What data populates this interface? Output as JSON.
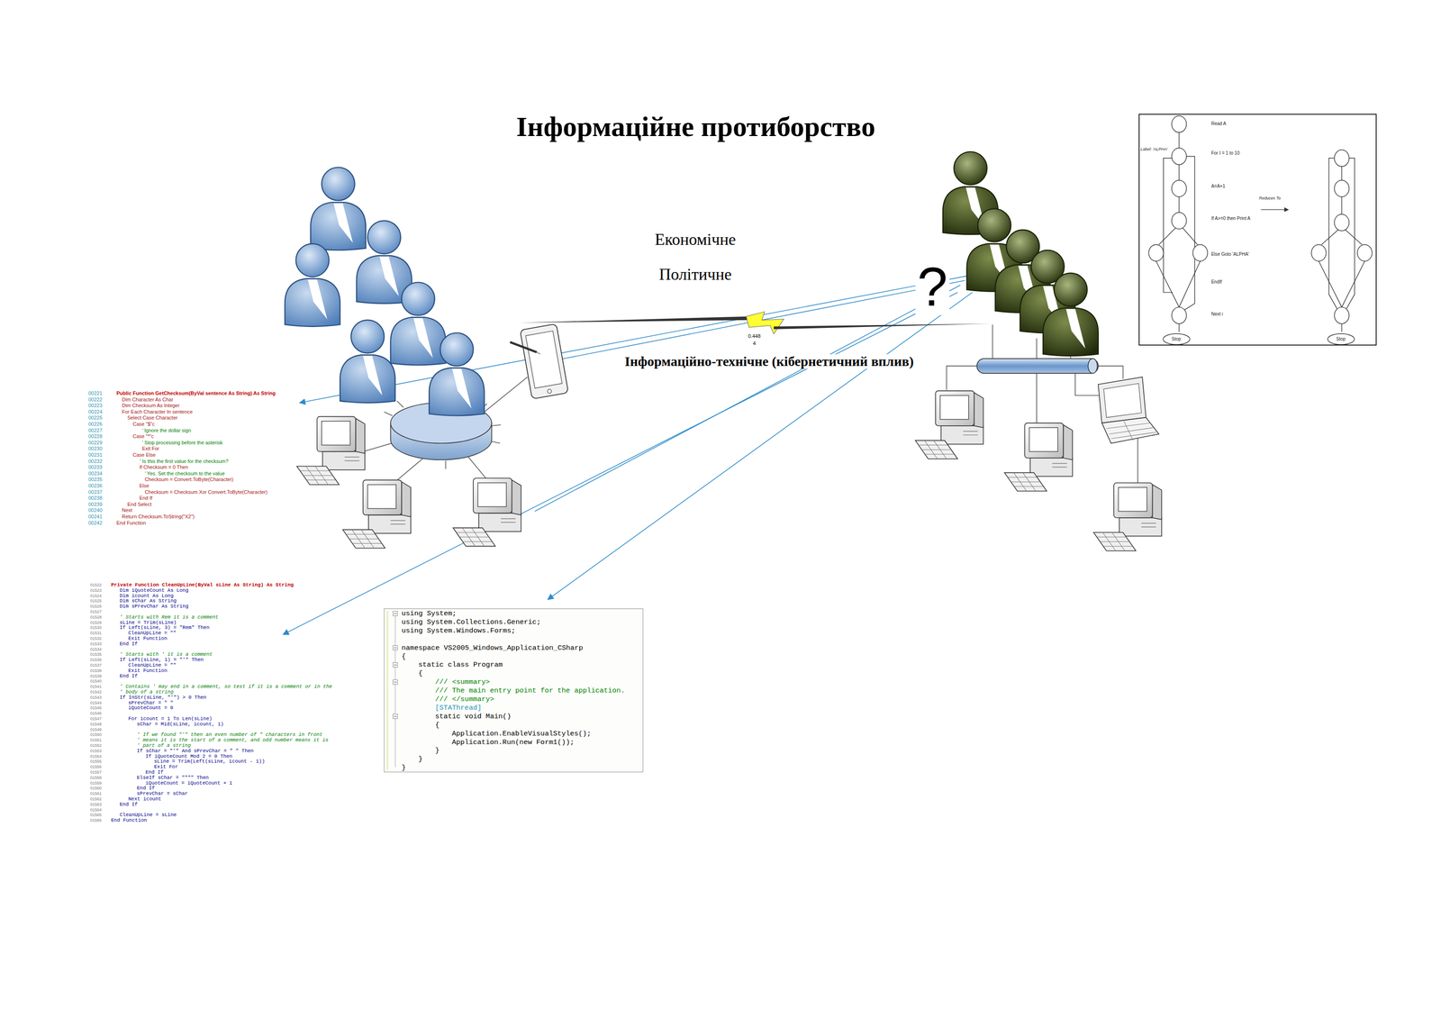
{
  "diagram": {
    "title": "Інформаційне протиборство",
    "nodes": [
      {
        "text": [
          "Read A",
          "Label: 'ALPHA'",
          "For I = 1 to 10",
          "A=A+1",
          "If A>=0 then Print A",
          "Else Goto 'ALPHA'",
          "EndIf",
          "Next i",
          "Reduces To"
        ]
      },
      {
        "text": [
          "Stop"
        ],
        "in": 0
      },
      {
        "text": [
          "Stop"
        ],
        "in": 0
      },
      {
        "text": [
          "using System;",
          "using System.Collections.Generic;",
          "using System.Windows.Forms;",
          "namespace VS2005_Windows_Application_CSharp",
          "{",
          "static class Program",
          "{",
          "/// <summary>",
          "/// The main entry point for the application.",
          "/// </summary>",
          "[STAThread]",
          "static void Main()",
          "{",
          "Application.EnableVisualStyles();",
          "Application.Run(new Form1());",
          "}",
          "}",
          "}"
        ]
      }
    ],
    "labels": [
      "Економічне",
      "Політичне",
      "?",
      "0.448",
      "4",
      "Інформаційно-технічне (кібернетичний вплив)",
      "00221",
      "Public Function GetChecksum(ByVal sentence As String) As String",
      "00222",
      "Dim Character As Char",
      "00223",
      "Dim Checksum As Integer",
      "00224",
      "For Each Character In sentence",
      "00225",
      "Select Case Character",
      "00226",
      "Case \"$\"c",
      "00227",
      "' Ignore the dollar sign",
      "00228",
      "Case \"*\"c",
      "00229",
      "' Stop processing before the asterisk",
      "00230",
      "Exit For",
      "00231",
      "Case Else",
      "00232",
      "' Is this the first value for the checksum?",
      "00233",
      "If Checksum = 0 Then",
      "00234",
      "' Yes. Set the checksum to the value",
      "00235",
      "Checksum = Convert.ToByte(Character)",
      "00236",
      "Else",
      "00237",
      "Checksum = Checksum Xor Convert.ToByte(Character)",
      "00238",
      "End If",
      "00239",
      "End Select",
      "00240",
      "Next",
      "00241",
      "Return Checksum.ToString(\"X2\")",
      "00242",
      "End Function",
      "01522",
      "Private Function CleanUpLine(ByVal sLine As String) As String",
      "01523",
      "Dim iQuoteCount As Long",
      "01524",
      "Dim icount As Long",
      "01525",
      "Dim sChar As String",
      "01526",
      "Dim sPrevChar As String",
      "01527",
      "01528",
      "' Starts with Rem it is a comment",
      "01529",
      "sLine = Trim(sLine)",
      "01530",
      "If Left(sLine, 3) = \"Rem\" Then",
      "01531",
      "CleanUpLine = \"\"",
      "01532",
      "Exit Function",
      "01533",
      "End If",
      "01534",
      "01535",
      "' Starts with ' it is a comment",
      "01536",
      "If Left(sLine, 1) = \"'\" Then",
      "01537",
      "CleanUpLine = \"\"",
      "01538",
      "Exit Function",
      "01539",
      "End If",
      "01540",
      "01541",
      "' Contains ' may end in a comment, so test if it is a comment or in the",
      "01542",
      "' body of a string",
      "01543",
      "If InStr(sLine, \"'\") > 0 Then",
      "01544",
      "sPrevChar = \" \"",
      "01545",
      "iQuoteCount = 0",
      "01546",
      "01547",
      "For icount = 1 To Len(sLine)",
      "01548",
      "sChar = Mid(sLine, icount, 1)",
      "01549",
      "01550",
      "' If we found \"'\" then an even number of \" characters in front",
      "01551",
      "' means it is the start of a comment, and odd number means it is",
      "01552",
      "' part of a string",
      "01553",
      "If sChar = \"'\" And sPrevChar = \" \" Then",
      "01554",
      "If iQuoteCount Mod 2 = 0 Then",
      "01555",
      "sLine = Trim(Left(sLine, icount - 1))",
      "01556",
      "Exit For",
      "01557",
      "End If",
      "01558",
      "ElseIf sChar = \"\"\"\" Then",
      "01559",
      "iQuoteCount = iQuoteCount + 1",
      "01560",
      "End If",
      "01561",
      "sPrevChar = sChar",
      "01562",
      "Next icount",
      "01563",
      "End If",
      "01564",
      "01565",
      "CleanUpLine = sLine",
      "01566",
      "End Function"
    ]
  }
}
